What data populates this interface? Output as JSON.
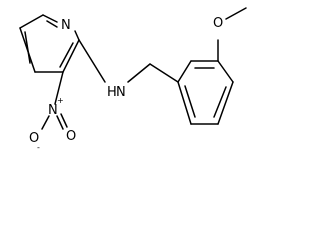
{
  "molecule": {
    "atoms": {
      "pyridine_n": "N",
      "amine_nh": "H",
      "amine_n": "N",
      "nitro_n": "N",
      "nitro_n_charge": "+",
      "nitro_o_right": "O",
      "nitro_o_left": "O",
      "nitro_o_charge": "-",
      "methoxy_o": "O"
    }
  }
}
